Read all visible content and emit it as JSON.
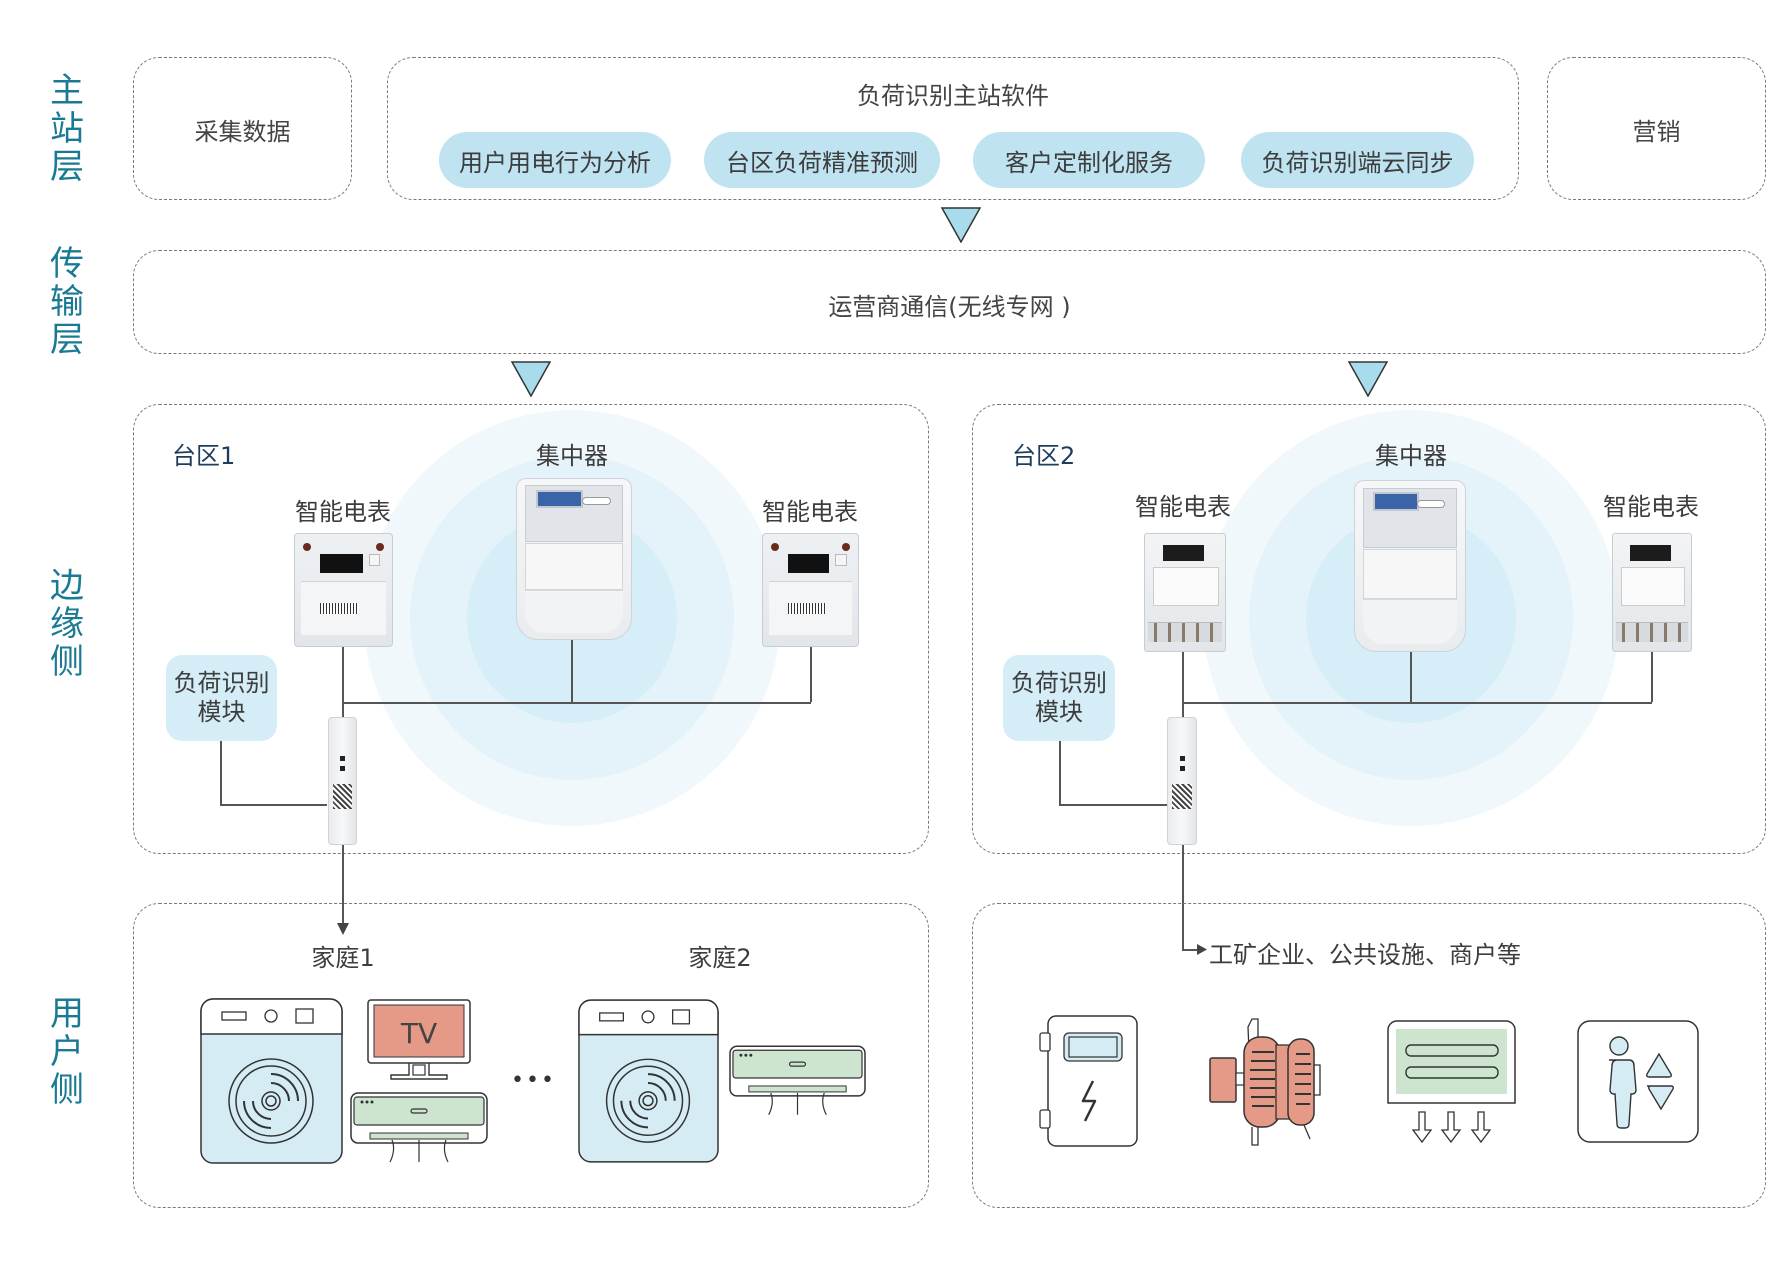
{
  "layers": [
    {
      "id": "master",
      "chars": [
        "主",
        "站",
        "层"
      ]
    },
    {
      "id": "transport",
      "chars": [
        "传",
        "输",
        "层"
      ]
    },
    {
      "id": "edge",
      "chars": [
        "边",
        "缘",
        "侧"
      ]
    },
    {
      "id": "user",
      "chars": [
        "用",
        "户",
        "侧"
      ]
    }
  ],
  "master": {
    "collect_data": "采集数据",
    "software_title": "负荷识别主站软件",
    "services": [
      "用户用电行为分析",
      "台区负荷精准预测",
      "客户定制化服务",
      "负荷识别端云同步"
    ],
    "marketing": "营销"
  },
  "transport": {
    "label": "运营商通信(无线专网 )"
  },
  "edge": {
    "zones": [
      {
        "title": "台区1",
        "concentrator_label": "集中器",
        "meter_left_label": "智能电表",
        "meter_right_label": "智能电表",
        "module_label_line1": "负荷识别",
        "module_label_line2": "模块"
      },
      {
        "title": "台区2",
        "concentrator_label": "集中器",
        "meter_left_label": "智能电表",
        "meter_right_label": "智能电表",
        "module_label_line1": "负荷识别",
        "module_label_line2": "模块"
      }
    ]
  },
  "user": {
    "households": [
      "家庭1",
      "家庭2"
    ],
    "ellipsis": "•••",
    "tv_label": "TV",
    "commercial_label": "工矿企业、公共设施、商户等",
    "commercial_icons": [
      "distribution-cabinet-icon",
      "motor-icon",
      "display-panel-icon",
      "elevator-icon"
    ]
  },
  "colors": {
    "layer_label": "#1a7a94",
    "pill": "#bfe3f1",
    "triangle": "#a8dcec",
    "ring": "#d6eef7",
    "washer": "#d5ecf5",
    "tv": "#e59a88",
    "ac": "#cde5cf",
    "motor": "#e59a88"
  }
}
